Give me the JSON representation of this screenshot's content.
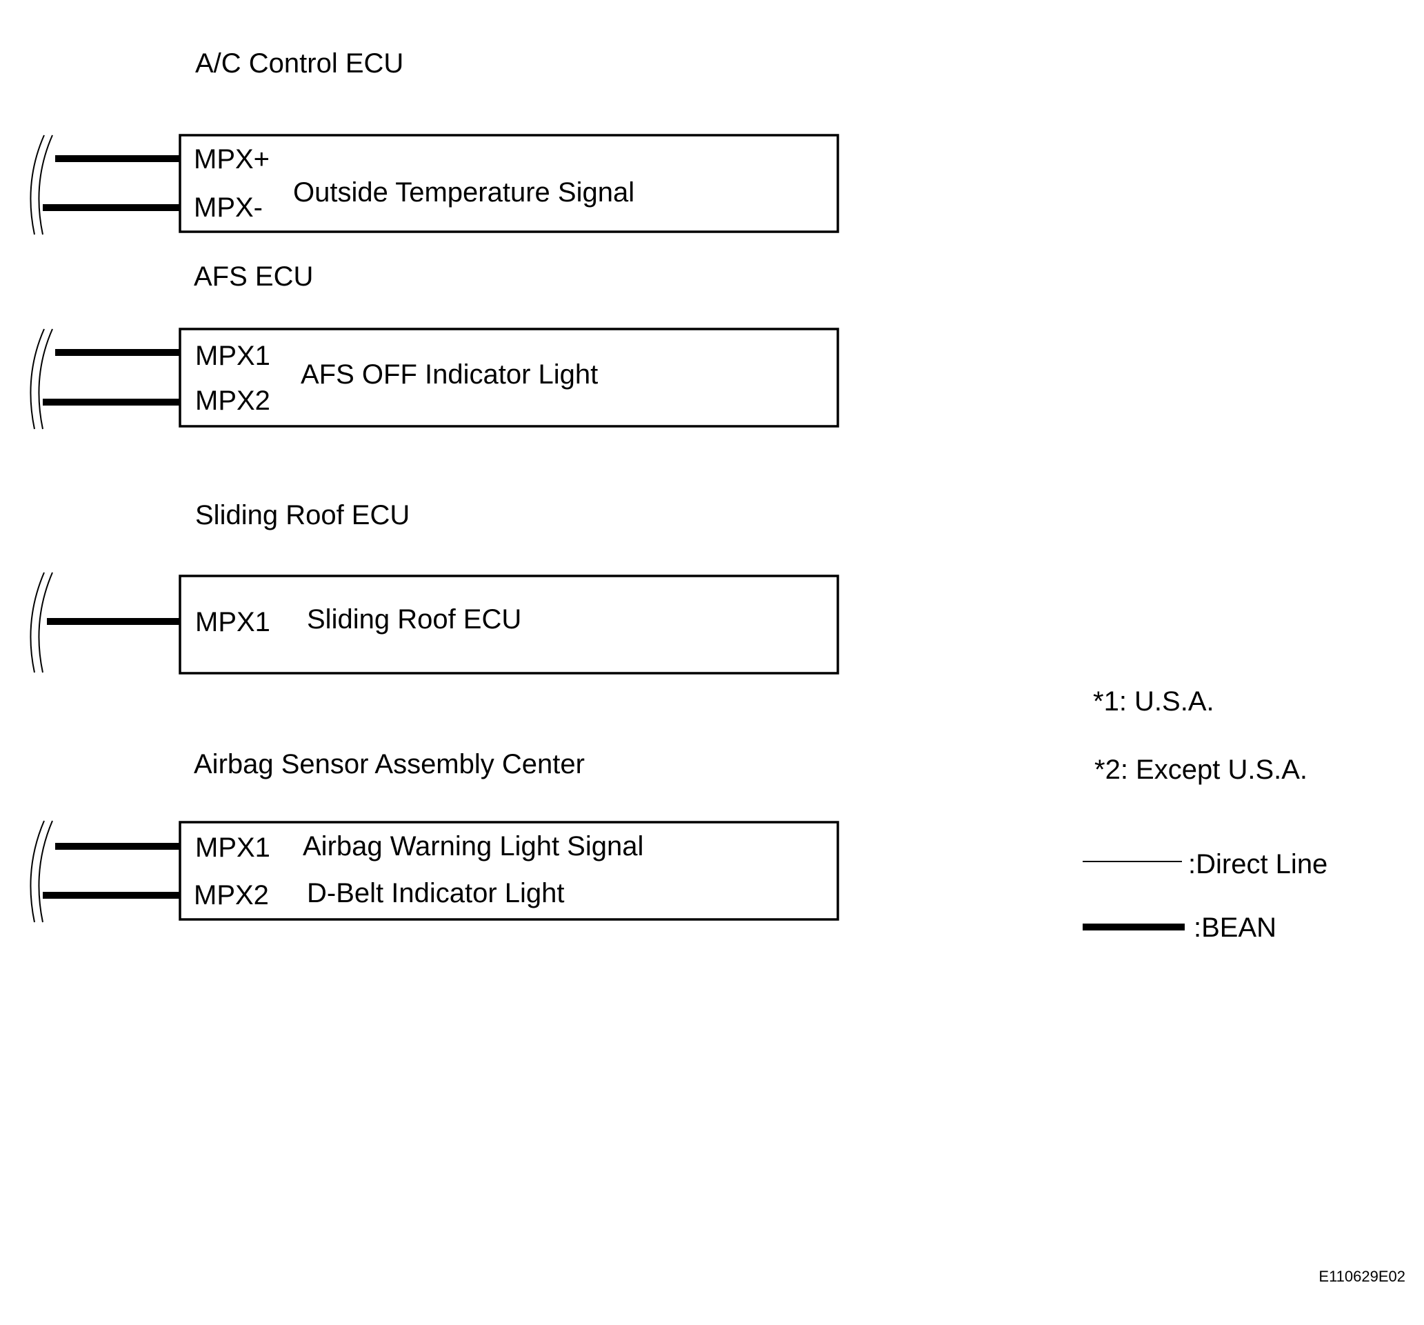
{
  "units": [
    {
      "title": "A/C Control ECU",
      "pins": [
        "MPX+",
        "MPX-"
      ],
      "descriptions": [
        "Outside Temperature Signal"
      ]
    },
    {
      "title": "AFS ECU",
      "pins": [
        "MPX1",
        "MPX2"
      ],
      "descriptions": [
        "AFS OFF Indicator Light"
      ]
    },
    {
      "title": "Sliding Roof ECU",
      "pins": [
        "MPX1"
      ],
      "descriptions": [
        "Sliding Roof ECU"
      ]
    },
    {
      "title": "Airbag Sensor Assembly Center",
      "pins": [
        "MPX1",
        "MPX2"
      ],
      "descriptions": [
        "Airbag Warning Light Signal",
        "D-Belt Indicator Light"
      ]
    }
  ],
  "notes": [
    "*1: U.S.A.",
    "*2: Except U.S.A."
  ],
  "legend": {
    "direct_line": ":Direct Line",
    "bean": ":BEAN"
  },
  "figure_code": "E110629E02"
}
